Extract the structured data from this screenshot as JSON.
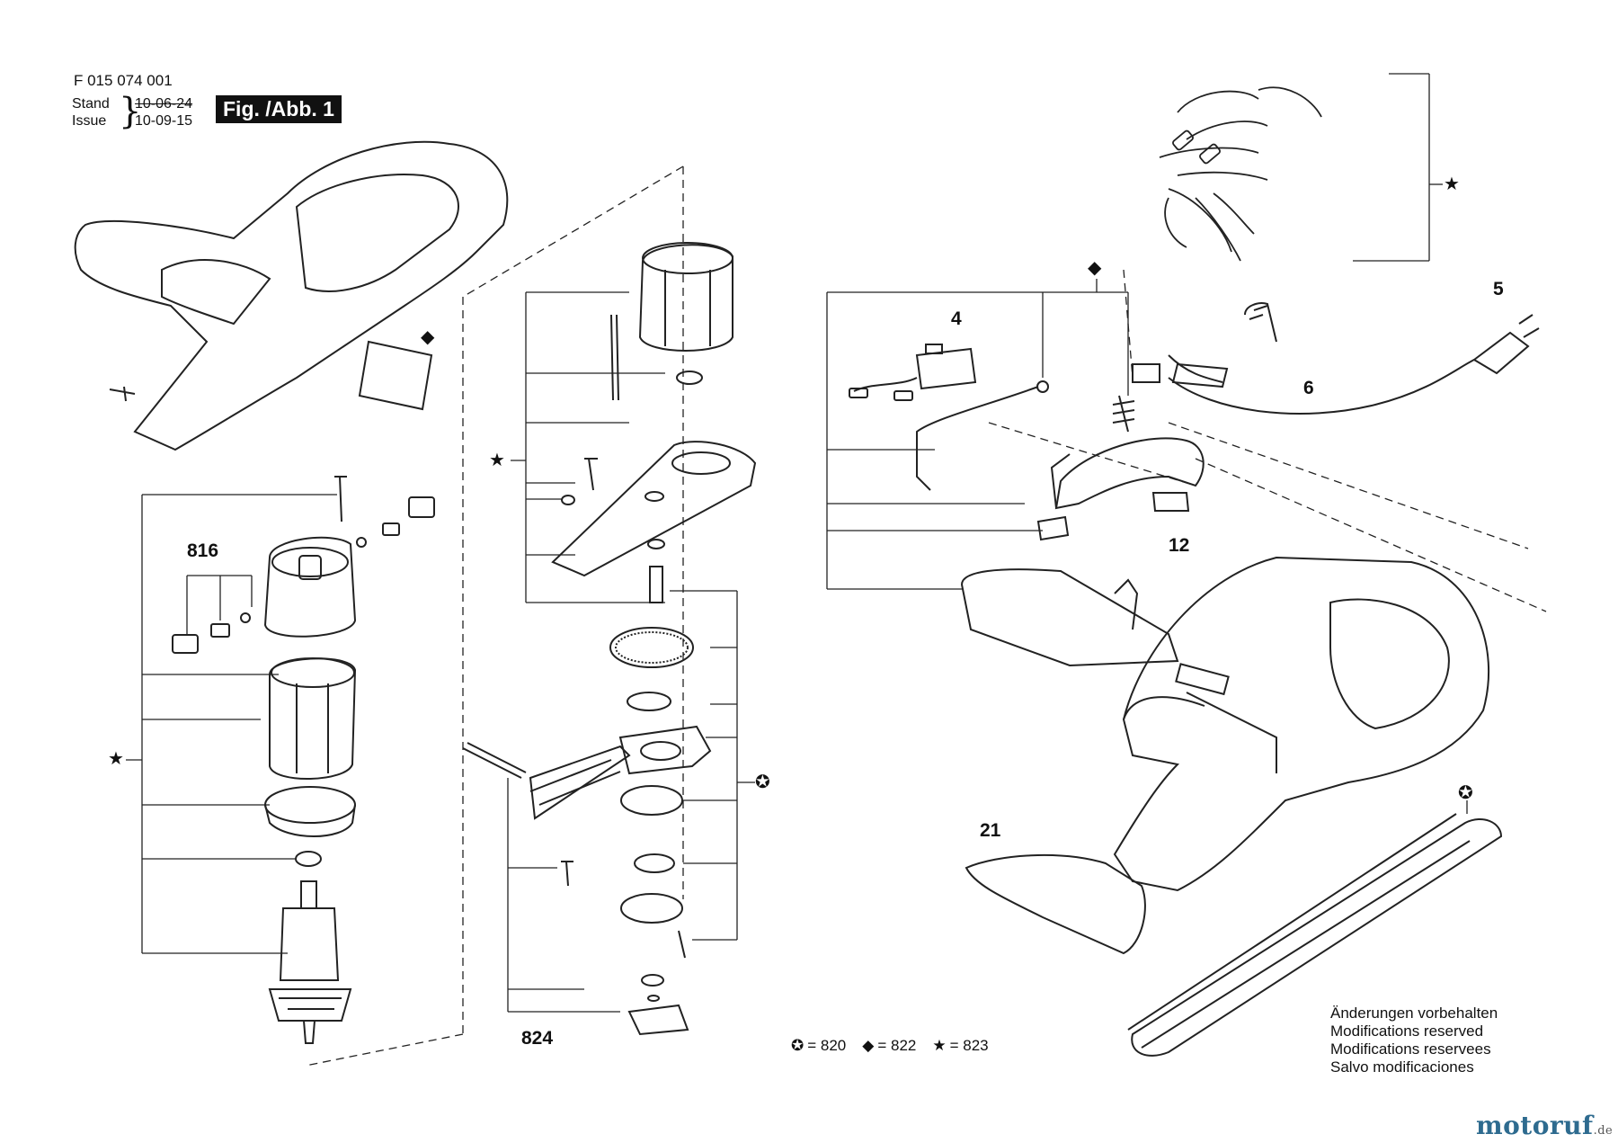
{
  "header": {
    "doc_code": "F 015 074 001",
    "stand_label": "Stand",
    "issue_label": "Issue",
    "stand_date": "10-06-24",
    "issue_date": "10-09-15",
    "figure_label": "Fig. /Abb. 1"
  },
  "part_labels": {
    "p4": "4",
    "p5": "5",
    "p6": "6",
    "p12": "12",
    "p21": "21",
    "p816": "816",
    "p824": "824"
  },
  "legend": [
    {
      "symbol": "circle-star-icon",
      "glyph": "✪",
      "text": "= 820"
    },
    {
      "symbol": "diamond-icon",
      "glyph": "◆",
      "text": "= 822"
    },
    {
      "symbol": "star-icon",
      "glyph": "★",
      "text": "= 823"
    }
  ],
  "notes": [
    "Änderungen vorbehalten",
    "Modifications reserved",
    "Modifications reservees",
    "Salvo modificaciones"
  ],
  "watermark": {
    "brand": "motoruf",
    "domain": ".de"
  }
}
